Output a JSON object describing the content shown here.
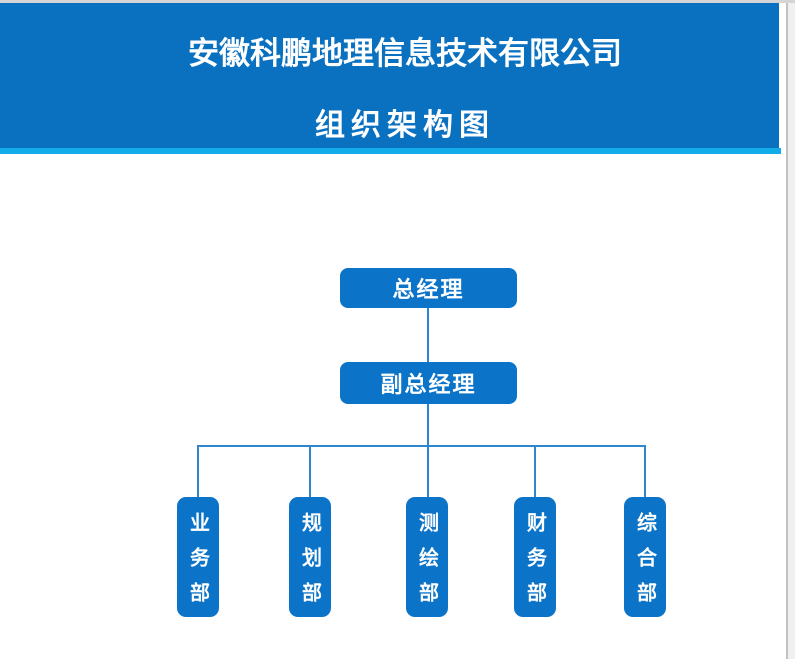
{
  "header": {
    "company_name": "安徽科鹏地理信息技术有限公司",
    "subtitle": "组织架构图"
  },
  "org_chart": {
    "root": "总经理",
    "deputy": "副总经理",
    "departments": [
      "业务部",
      "规划部",
      "测绘部",
      "财务部",
      "综合部"
    ]
  },
  "colors": {
    "header_blue": "#0A71C1",
    "box_blue": "#0C74C8",
    "accent_cyan": "#12ACE9",
    "connector_blue": "#2E86CE",
    "top_strip_gray": "#D5D5D5",
    "edge_line_gray": "#C2C2C2",
    "edge_fill_gray": "#F0F0F0",
    "text_white": "#FFFFFF"
  }
}
